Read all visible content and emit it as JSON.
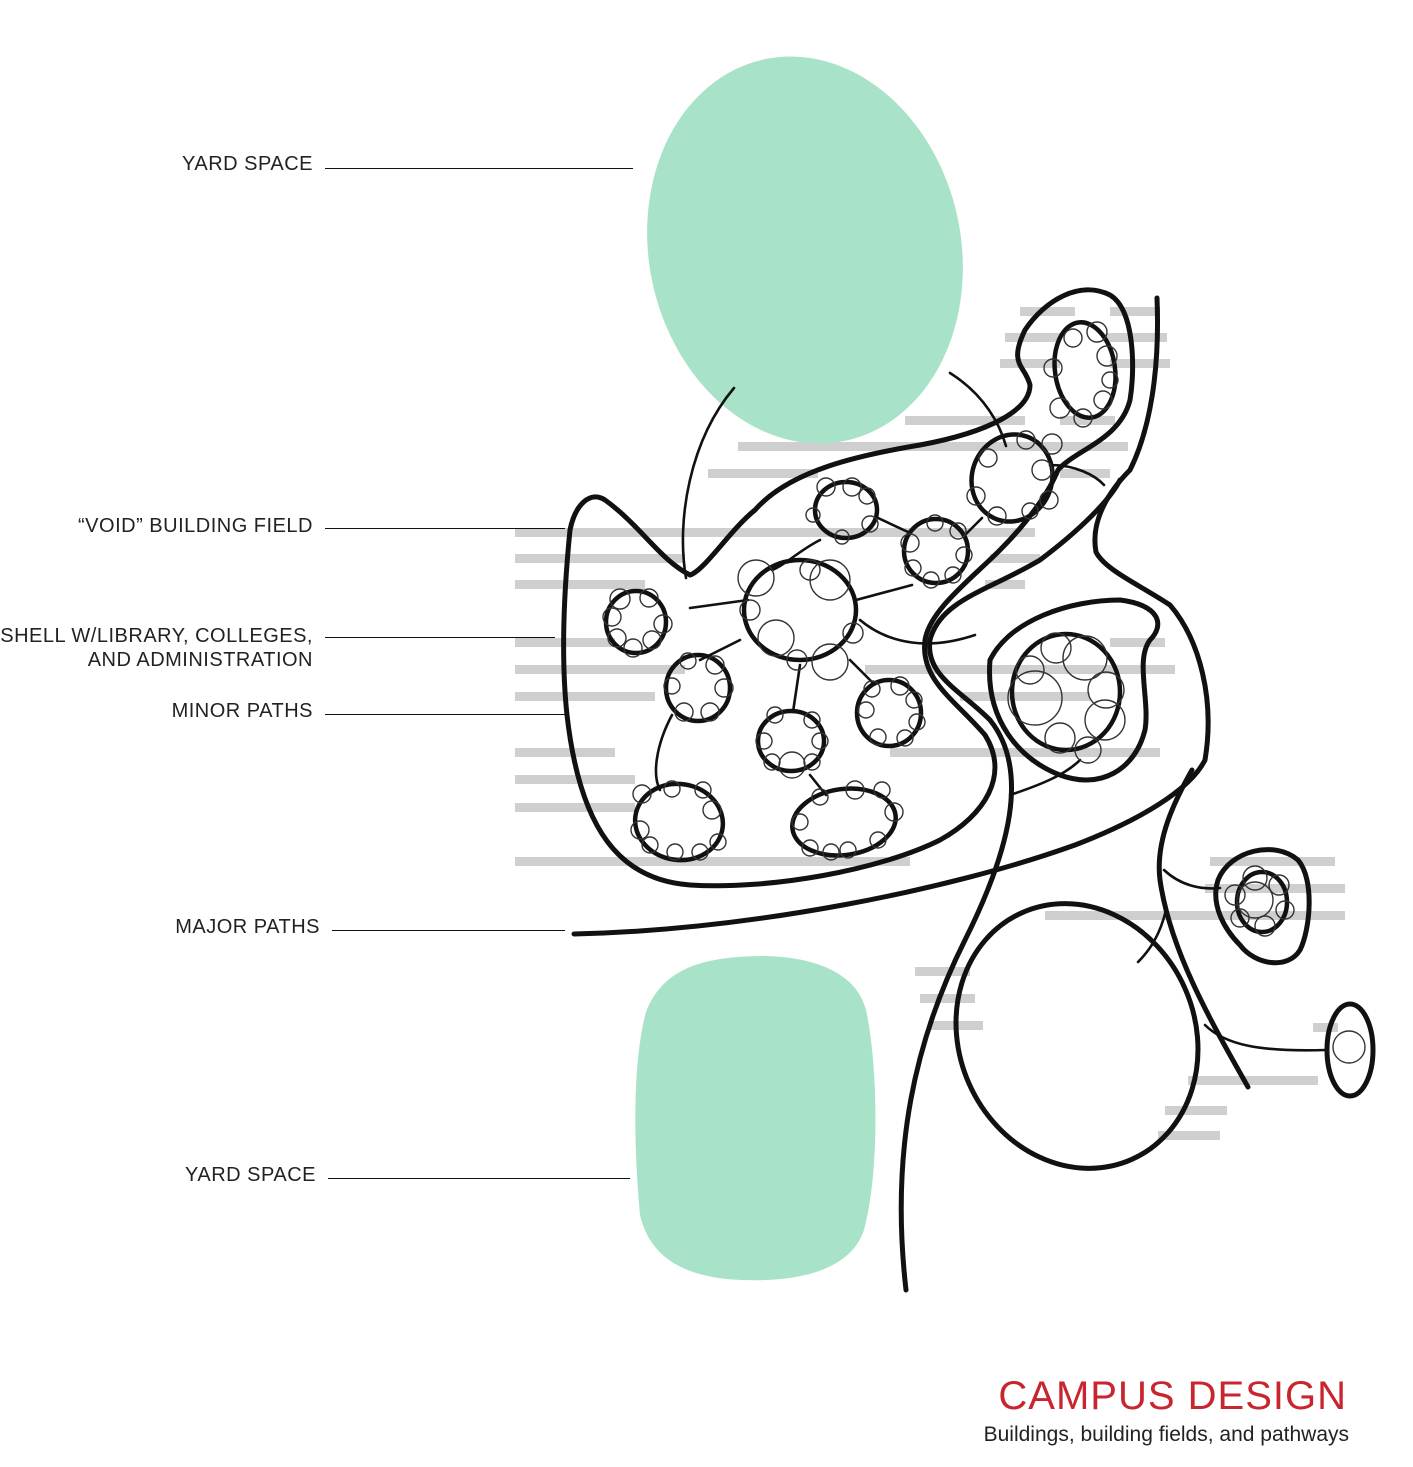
{
  "labels": {
    "yard_space_top": "YARD SPACE",
    "void_building_field": "“VOID” BUILDING FIELD",
    "shell_line1": "SHELL W/LIBRARY, COLLEGES,",
    "shell_line2": "AND ADMINISTRATION",
    "minor_paths": "MINOR PATHS",
    "major_paths": "MAJOR PATHS",
    "yard_space_bottom": "YARD SPACE"
  },
  "title": "CAMPUS DESIGN",
  "subtitle": "Buildings, building fields, and pathways",
  "colors": {
    "yard_fill": "#a8e3c9",
    "field_bars": "#cfcfcf",
    "paths": "#111111",
    "title": "#c9252f"
  }
}
